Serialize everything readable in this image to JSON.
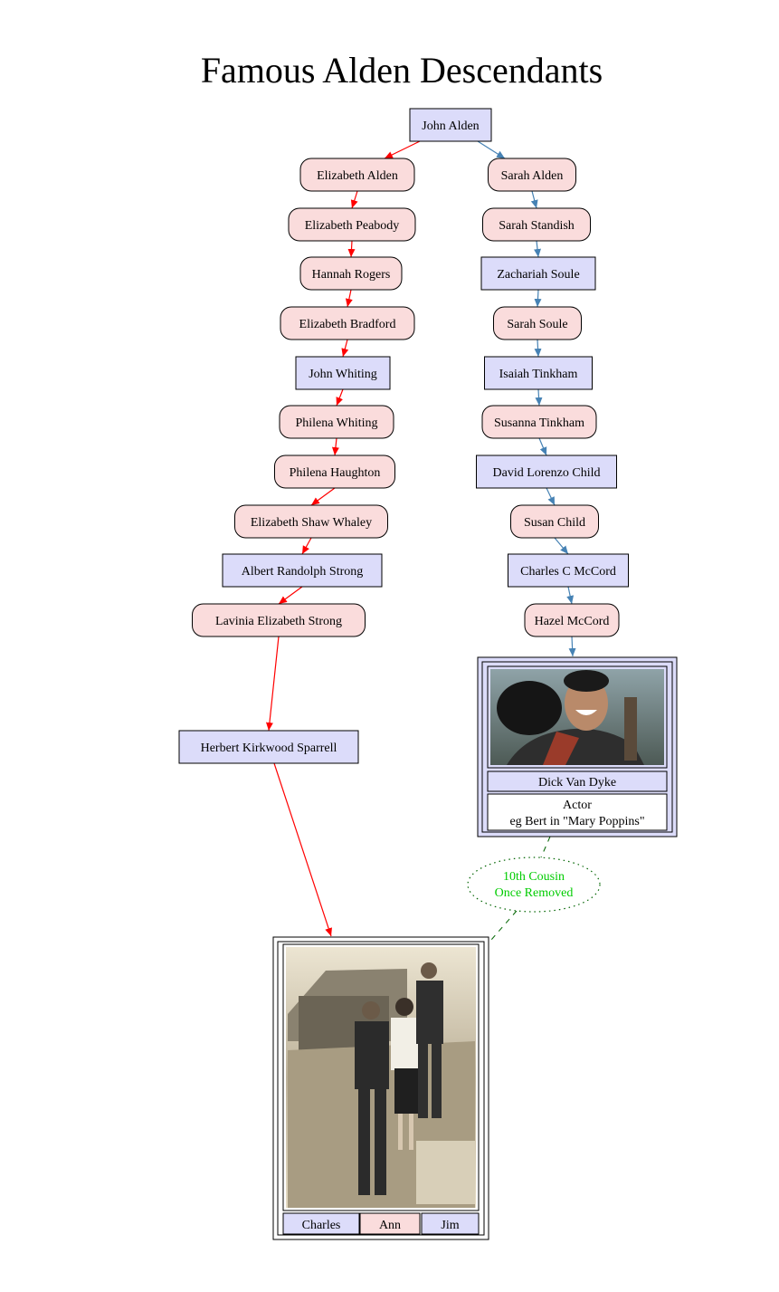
{
  "title": "Famous Alden Descendants",
  "root": "John Alden",
  "left_line": [
    {
      "name": "Elizabeth Alden",
      "sex": "female"
    },
    {
      "name": "Elizabeth Peabody",
      "sex": "female"
    },
    {
      "name": "Hannah Rogers",
      "sex": "female"
    },
    {
      "name": "Elizabeth Bradford",
      "sex": "female"
    },
    {
      "name": "John Whiting",
      "sex": "male"
    },
    {
      "name": "Philena Whiting",
      "sex": "female"
    },
    {
      "name": "Philena Haughton",
      "sex": "female"
    },
    {
      "name": "Elizabeth Shaw Whaley",
      "sex": "female"
    },
    {
      "name": "Albert Randolph Strong",
      "sex": "male"
    },
    {
      "name": "Lavinia Elizabeth Strong",
      "sex": "female"
    },
    {
      "name": "Herbert Kirkwood Sparrell",
      "sex": "male"
    }
  ],
  "right_line": [
    {
      "name": "Sarah Alden",
      "sex": "female"
    },
    {
      "name": "Sarah Standish",
      "sex": "female"
    },
    {
      "name": "Zachariah Soule",
      "sex": "male"
    },
    {
      "name": "Sarah Soule",
      "sex": "female"
    },
    {
      "name": "Isaiah Tinkham",
      "sex": "male"
    },
    {
      "name": "Susanna Tinkham",
      "sex": "female"
    },
    {
      "name": "David Lorenzo Child",
      "sex": "male"
    },
    {
      "name": "Susan Child",
      "sex": "female"
    },
    {
      "name": "Charles C McCord",
      "sex": "male"
    },
    {
      "name": "Hazel McCord",
      "sex": "female"
    }
  ],
  "famous": {
    "name": "Dick Van Dyke",
    "desc_line1": "Actor",
    "desc_line2": "eg Bert in \"Mary Poppins\""
  },
  "relation": {
    "line1": "10th Cousin",
    "line2": "Once Removed"
  },
  "family": [
    {
      "name": "Charles",
      "sex": "male"
    },
    {
      "name": "Ann",
      "sex": "female"
    },
    {
      "name": "Jim",
      "sex": "male"
    }
  ],
  "colors": {
    "male_fill": "#dcdcfa",
    "female_fill": "#fadcdc",
    "left_edge": "#ff0000",
    "right_edge": "#4682b4",
    "relation_text": "#00cc00",
    "relation_edge": "#006400"
  }
}
